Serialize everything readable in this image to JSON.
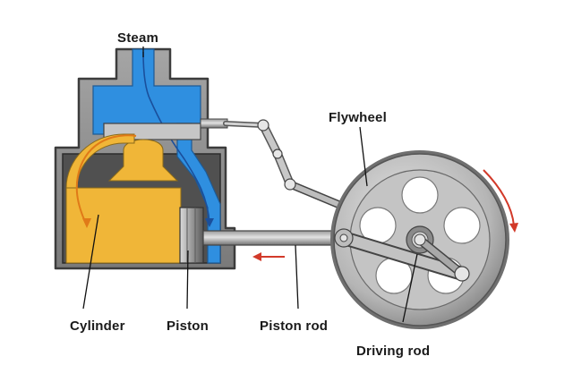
{
  "labels": {
    "steam": "Steam",
    "flywheel": "Flywheel",
    "cylinder": "Cylinder",
    "piston": "Piston",
    "piston_rod": "Piston rod",
    "driving_rod": "Driving rod"
  },
  "colors": {
    "steam": "#2f8fe0",
    "cylinder_fill": "#f0b638",
    "casing": "#8a8a8a",
    "casing_dark": "#4a4a4a",
    "metal": "#b9b9b9",
    "arrow": "#d23a2a"
  }
}
